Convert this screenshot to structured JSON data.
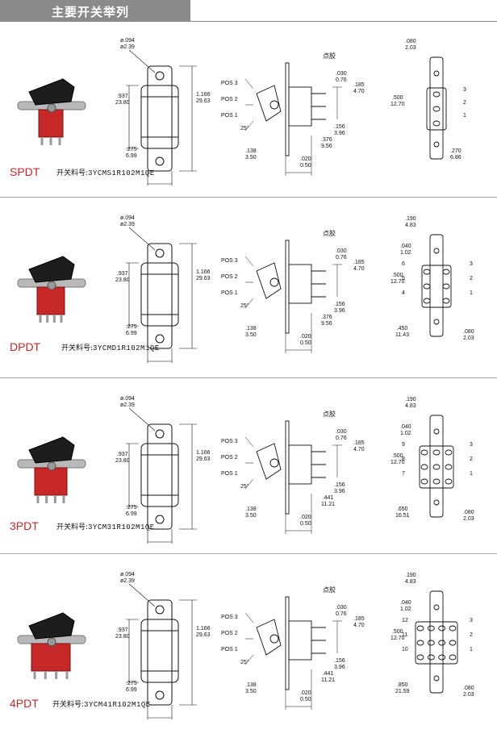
{
  "header": {
    "title": "主要开关举列"
  },
  "common": {
    "hole_in": "ø.094",
    "hole_mm": "ø2.39",
    "h1_in": ".937",
    "h1_mm": "23.80",
    "h2_in": "1.166",
    "h2_mm": "29.63",
    "w_in": ".275",
    "w_mm": "6.99",
    "pos3": "POS 3",
    "pos2": "POS 2",
    "pos1": "POS 1",
    "angle": "25°",
    "glue": "点胶",
    "d030_in": ".030",
    "d030_mm": "0.76",
    "d185_in": ".185",
    "d185_mm": "4.70",
    "d156_in": ".156",
    "d156_mm": "3.96",
    "d138_in": ".138",
    "d138_mm": "3.50",
    "d020_in": ".020",
    "d020_mm": "0.50",
    "part_label": "开关料号:"
  },
  "sections": [
    {
      "type": "SPDT",
      "part_number": "3YCMS1R102M1QE",
      "side_len_in": ".376",
      "side_len_mm": "9.56",
      "pins": {
        "top_in": ".080",
        "top_mm": "2.03",
        "pitch_in": ".500",
        "pitch_mm": "12.70",
        "bottom_in": ".270",
        "bottom_mm": "6.86",
        "labels": [
          "3",
          "2",
          "1"
        ]
      }
    },
    {
      "type": "DPDT",
      "part_number": "3YCMD1R102M1QE",
      "side_len_in": ".376",
      "side_len_mm": "9.56",
      "pins": {
        "top_in": ".190",
        "top_mm": "4.83",
        "sub_in": ".040",
        "sub_mm": "1.02",
        "pitch_in": ".500",
        "pitch_mm": "12.70",
        "bottom_in": ".450",
        "bottom_mm": "11.43",
        "bottom2_in": ".080",
        "bottom2_mm": "2.03",
        "labels": [
          "6",
          "5",
          "4",
          "3",
          "2",
          "1"
        ]
      }
    },
    {
      "type": "3PDT",
      "part_number": "3YCM31R102M1QE",
      "side_len_in": ".441",
      "side_len_mm": "11.21",
      "pins": {
        "top_in": ".190",
        "top_mm": "4.83",
        "sub_in": ".040",
        "sub_mm": "1.02",
        "pitch_in": ".500",
        "pitch_mm": "12.70",
        "bottom_in": ".650",
        "bottom_mm": "16.51",
        "bottom2_in": ".080",
        "bottom2_mm": "2.03",
        "labels": [
          "9",
          "8",
          "7",
          "3",
          "2",
          "1"
        ]
      }
    },
    {
      "type": "4PDT",
      "part_number": "3YCM41R102M1QE",
      "side_len_in": ".441",
      "side_len_mm": "11.21",
      "pins": {
        "top_in": ".190",
        "top_mm": "4.83",
        "sub_in": ".040",
        "sub_mm": "1.02",
        "pitch_in": ".500",
        "pitch_mm": "12.70",
        "bottom_in": ".850",
        "bottom_mm": "21.59",
        "bottom2_in": ".080",
        "bottom2_mm": "2.03",
        "labels": [
          "12",
          "11",
          "10",
          "3",
          "2",
          "1"
        ]
      }
    }
  ]
}
